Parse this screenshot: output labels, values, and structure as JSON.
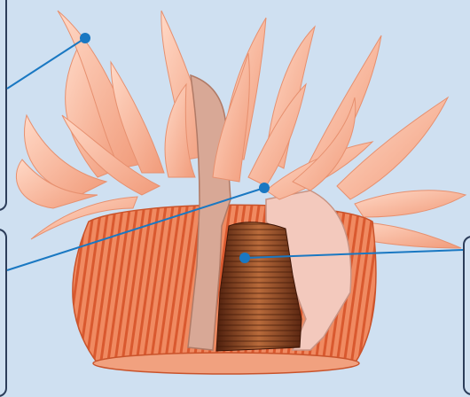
{
  "title": "",
  "colors": {
    "background": "#cfe0f1",
    "panel_border": "#2c3d5a",
    "leader_line": "#1a78c2",
    "tentacle": "#f7b79c",
    "body_stripes": "#ee7e55",
    "body_wall_section": "#d9aa97",
    "cavity": "#7a3a1e"
  },
  "labels": [
    {
      "id": "tentacles",
      "text": ""
    },
    {
      "id": "mouth",
      "text": ""
    },
    {
      "id": "gastrovascular-cavity",
      "text": ""
    }
  ]
}
